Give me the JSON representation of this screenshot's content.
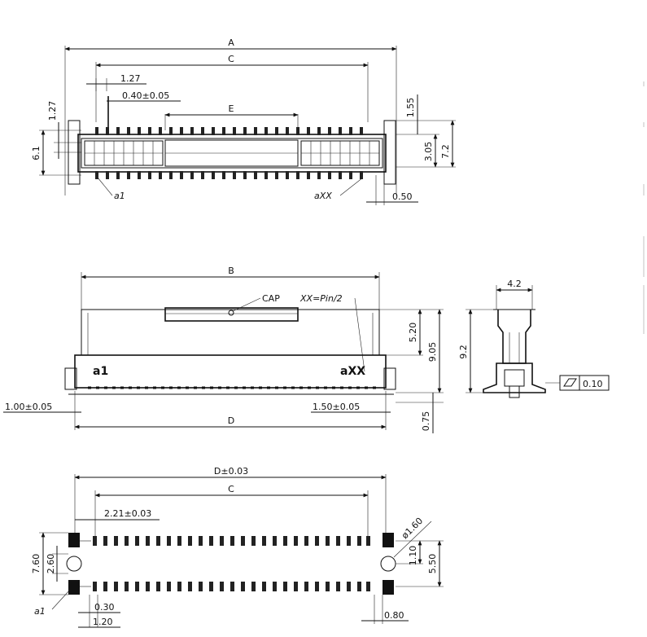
{
  "top_view": {
    "dim_a": "A",
    "dim_c": "C",
    "dim_e": "E",
    "pitch_127": "1.27",
    "pitch_040": "0.40±0.05",
    "height_127": "1.27",
    "height_61": "6.1",
    "right_155": "1.55",
    "right_305": "3.05",
    "right_72": "7.2",
    "tail_050": "0.50",
    "pin_first": "a1",
    "pin_last": "aXX"
  },
  "front_view": {
    "dim_b": "B",
    "cap_label": "CAP",
    "formula_label": "XX=Pin/2",
    "dim_520": "5.20",
    "dim_905": "9.05",
    "mark_a1": "a1",
    "mark_axx": "aXX",
    "left_offset": "1.00±0.05",
    "right_offset": "1.50±0.05",
    "dim_d": "D",
    "dim_075": "0.75"
  },
  "side_view": {
    "width_42": "4.2",
    "height_92": "9.2",
    "flatness_value": "0.10"
  },
  "footprint_view": {
    "dim_d_tol": "D±0.03",
    "dim_c": "C",
    "pad_offset": "2.21±0.03",
    "hole_dia": "ø1.60",
    "dim_760": "7.60",
    "dim_260": "2.60",
    "dim_110": "1.10",
    "dim_550": "5.50",
    "pin_first": "a1",
    "pad_030": "0.30",
    "pad_120": "1.20",
    "pad_080": "0.80"
  }
}
